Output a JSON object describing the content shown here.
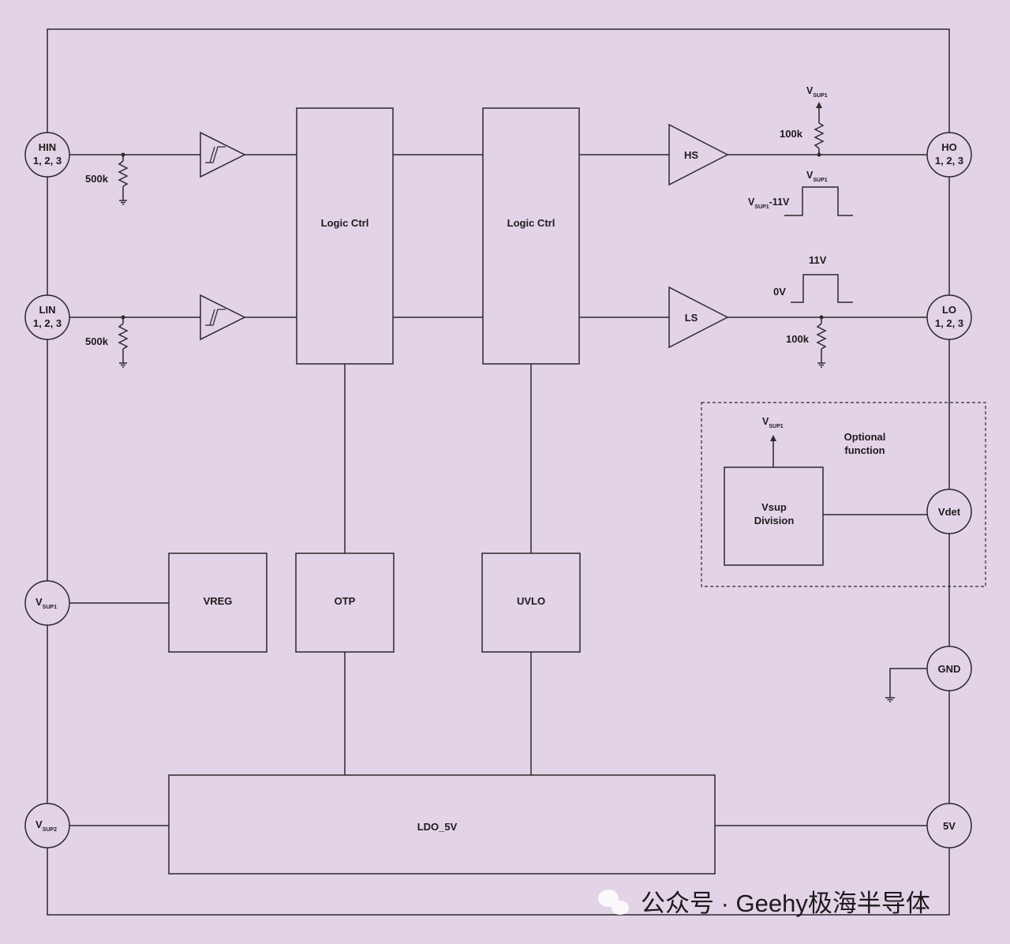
{
  "pins": {
    "hin": {
      "line1": "HIN",
      "line2": "1, 2, 3"
    },
    "lin": {
      "line1": "LIN",
      "line2": "1, 2, 3"
    },
    "vsup1": {
      "main": "V",
      "sub": "SUP1"
    },
    "vsup2": {
      "main": "V",
      "sub": "SUP2"
    },
    "ho": {
      "line1": "HO",
      "line2": "1, 2, 3"
    },
    "lo": {
      "line1": "LO",
      "line2": "1, 2, 3"
    },
    "vdet": "Vdet",
    "gnd": "GND",
    "v5": "5V"
  },
  "blocks": {
    "logic1": "Logic Ctrl",
    "logic2": "Logic Ctrl",
    "vreg": "VREG",
    "otp": "OTP",
    "uvlo": "UVLO",
    "ldo": "LDO_5V",
    "hs": "HS",
    "ls": "LS",
    "vsup_division_line1": "Vsup",
    "vsup_division_line2": "Division"
  },
  "resistors": {
    "hin": "500k",
    "lin": "500k",
    "ho": "100k",
    "lo": "100k"
  },
  "signals": {
    "ho_pullup": {
      "main": "V",
      "sub": "SUP1"
    },
    "ho_high": {
      "main": "V",
      "sub": "SUP1"
    },
    "ho_low": {
      "main": "V",
      "sub": "SUP1",
      "suffix": "-11V"
    },
    "lo_high": "11V",
    "lo_low": "0V",
    "vdiv_supply": {
      "main": "V",
      "sub": "SUP1"
    }
  },
  "optional": {
    "line1": "Optional",
    "line2": "function"
  },
  "watermark": "公众号 · Geehy极海半导体",
  "colors": {
    "background": "#e3d3e7",
    "line": "#2a2a2a"
  }
}
